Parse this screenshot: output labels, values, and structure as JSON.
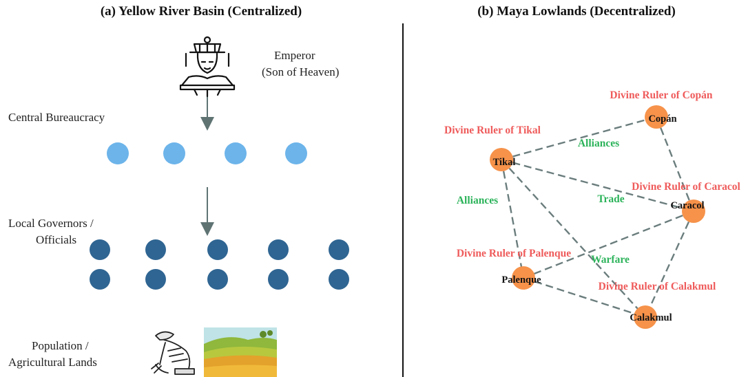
{
  "panel_a": {
    "title": "(a) Yellow River Basin (Centralized)",
    "emperor_line1": "Emperor",
    "emperor_line2": "(Son of Heaven)",
    "bureaucracy_label": "Central Bureaucracy",
    "governors_line1": "Local Governors /",
    "governors_line2": "Officials",
    "population_line1": "Population /",
    "population_line2": "Agricultural Lands",
    "colors": {
      "bureaucracy": "#6cb4ea",
      "governors": "#2f6592",
      "arrow": "#5f7373"
    },
    "icons": [
      "emperor-icon",
      "farmer-icon",
      "farmland-icon"
    ]
  },
  "panel_b": {
    "title": "(b) Maya Lowlands (Decentralized)",
    "colors": {
      "node": "#f6924a",
      "ruler_label": "#ef5b5b",
      "edge_label": "#2cb35a",
      "edge": "#6b7d7d"
    },
    "cities": [
      {
        "id": "copan",
        "name": "Copán",
        "ruler": "Divine Ruler of Copán"
      },
      {
        "id": "tikal",
        "name": "Tikal",
        "ruler": "Divine Ruler of Tikal"
      },
      {
        "id": "caracol",
        "name": "Caracol",
        "ruler": "Divine Ruler of Caracol"
      },
      {
        "id": "palenque",
        "name": "Palenque",
        "ruler": "Divine Ruler of Palenque"
      },
      {
        "id": "calakmul",
        "name": "Calakmul",
        "ruler": "Divine Ruler of Calakmul"
      }
    ],
    "edge_labels": [
      "Alliances",
      "Alliances",
      "Trade",
      "Warfare"
    ]
  }
}
